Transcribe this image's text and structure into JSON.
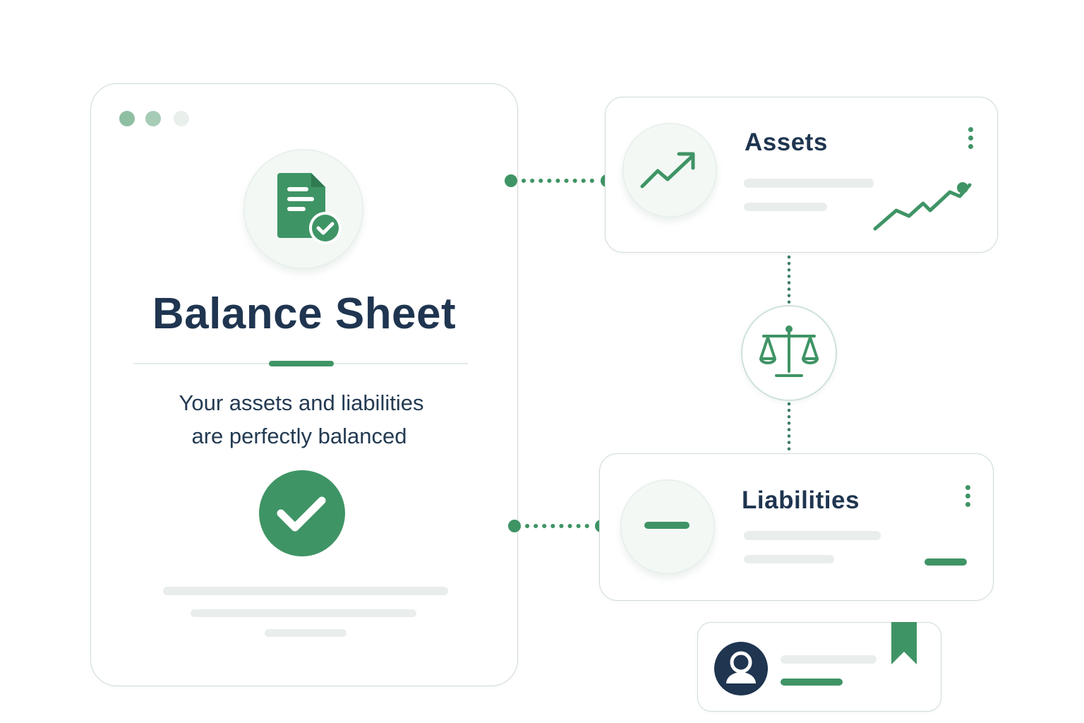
{
  "main_card": {
    "title": "Balance Sheet",
    "subtitle_line1": "Your assets and liabilities",
    "subtitle_line2": "are perfectly balanced",
    "window_dots": [
      "#8fbfa3",
      "#a7ccb6",
      "#e6eeea"
    ]
  },
  "assets_card": {
    "title": "Assets",
    "icon": "trend-up-icon",
    "sparkline_icon": "sparkline-icon"
  },
  "liabilities_card": {
    "title": "Liabilities",
    "icon": "minus-icon"
  },
  "balance_node": {
    "icon": "scale-icon"
  },
  "profile_card": {
    "icon": "user-avatar-icon",
    "ribbon": "bookmark-icon"
  },
  "colors": {
    "accent": "#3f9465",
    "text": "#1f3550",
    "border": "#cfdcd6",
    "placeholder": "#e9eeec"
  }
}
